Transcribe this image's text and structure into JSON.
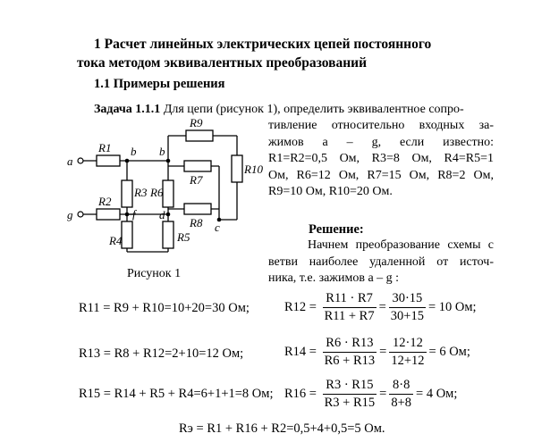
{
  "title_line1": "1 Расчет линейных электрических цепей постоянного",
  "title_line2": "тока методом эквивалентных преобразований",
  "section": "1.1 Примеры решения",
  "task": {
    "label": "Задача 1.1.1",
    "text_first": "Для цепи (рисунок 1), определить эквивалентное сопро-",
    "text_line2": "тивление относительно входных за-",
    "text_line3": "жимов a – g, если известно:",
    "cond_line1": "R1=R2=0,5 Ом, R3=8 Ом, R4=R5=1",
    "cond_line2": "Ом, R6=12 Ом, R7=15 Ом, R8=2 Ом,",
    "cond_line3": "R9=10 Ом, R10=20 Ом."
  },
  "figure": {
    "caption": "Рисунок 1",
    "labels": {
      "a": "a",
      "g": "g",
      "b1": "b",
      "b2": "b",
      "c": "c",
      "d": "d",
      "f": "f",
      "R1": "R1",
      "R2": "R2",
      "R3": "R3",
      "R4": "R4",
      "R5": "R5",
      "R6": "R6",
      "R7": "R7",
      "R8": "R8",
      "R9": "R9",
      "R10": "R10"
    }
  },
  "solution": {
    "heading": "Решение:",
    "line1": "Начнем преобразование схемы с",
    "line2": "ветви наиболее удаленной от источ-",
    "line3": "ника, т.е. зажимов a – g :"
  },
  "formulas": {
    "f1": "R11 = R9 + R10=10+20=30 Ом;",
    "f2_lhs": "R12 =",
    "f2_sym_num": "R11 · R7",
    "f2_sym_den": "R11 + R7",
    "f2_num": "30·15",
    "f2_den": "30+15",
    "f2_res": "= 10 Ом;",
    "f3": "R13 = R8 + R12=2+10=12 Ом;",
    "f4_lhs": "R14 =",
    "f4_sym_num": "R6 · R13",
    "f4_sym_den": "R6 + R13",
    "f4_num": "12·12",
    "f4_den": "12+12",
    "f4_res": "= 6 Ом;",
    "f5": "R15 = R14 + R5 + R4=6+1+1=8 Ом;",
    "f6_lhs": "R16 =",
    "f6_sym_num": "R3 · R15",
    "f6_sym_den": "R3 + R15",
    "f6_num": "8·8",
    "f6_den": "8+8",
    "f6_res": "= 4 Ом;",
    "f7": "Rэ = R1 + R16 + R2=0,5+4+0,5=5 Ом."
  }
}
